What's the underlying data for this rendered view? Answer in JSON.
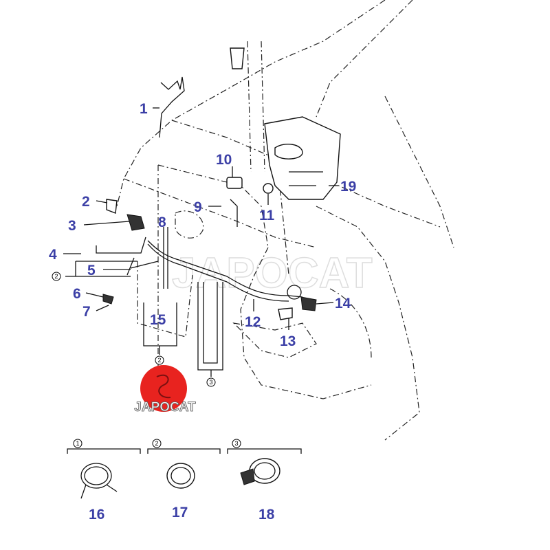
{
  "diagram": {
    "callouts": [
      "1",
      "2",
      "3",
      "4",
      "5",
      "6",
      "7",
      "8",
      "9",
      "10",
      "11",
      "12",
      "13",
      "14",
      "15",
      "16",
      "17",
      "18",
      "19"
    ],
    "clip_markers": [
      "1",
      "2",
      "3"
    ],
    "watermark": "JAPOCAT",
    "logo_text": "JAPOCAT",
    "colors": {
      "callout": "#3b3fa6",
      "logo_disc": "#e8231f"
    }
  }
}
